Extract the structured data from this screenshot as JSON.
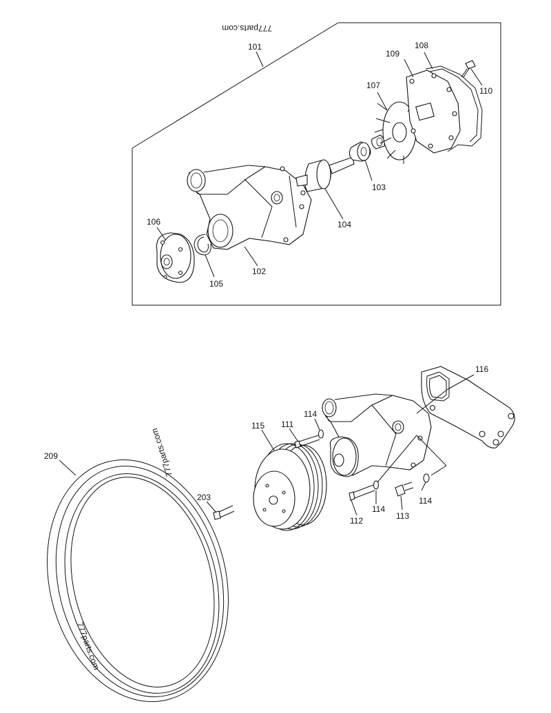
{
  "watermark": "777parts.com",
  "callouts": {
    "c101": "101",
    "c102": "102",
    "c103": "103",
    "c104": "104",
    "c105": "105",
    "c106": "106",
    "c107": "107",
    "c108": "108",
    "c109": "109",
    "c110": "110",
    "c111": "111",
    "c112": "112",
    "c113": "113",
    "c114a": "114",
    "c114b": "114",
    "c114c": "114",
    "c115": "115",
    "c116": "116",
    "c203": "203",
    "c209": "209"
  }
}
